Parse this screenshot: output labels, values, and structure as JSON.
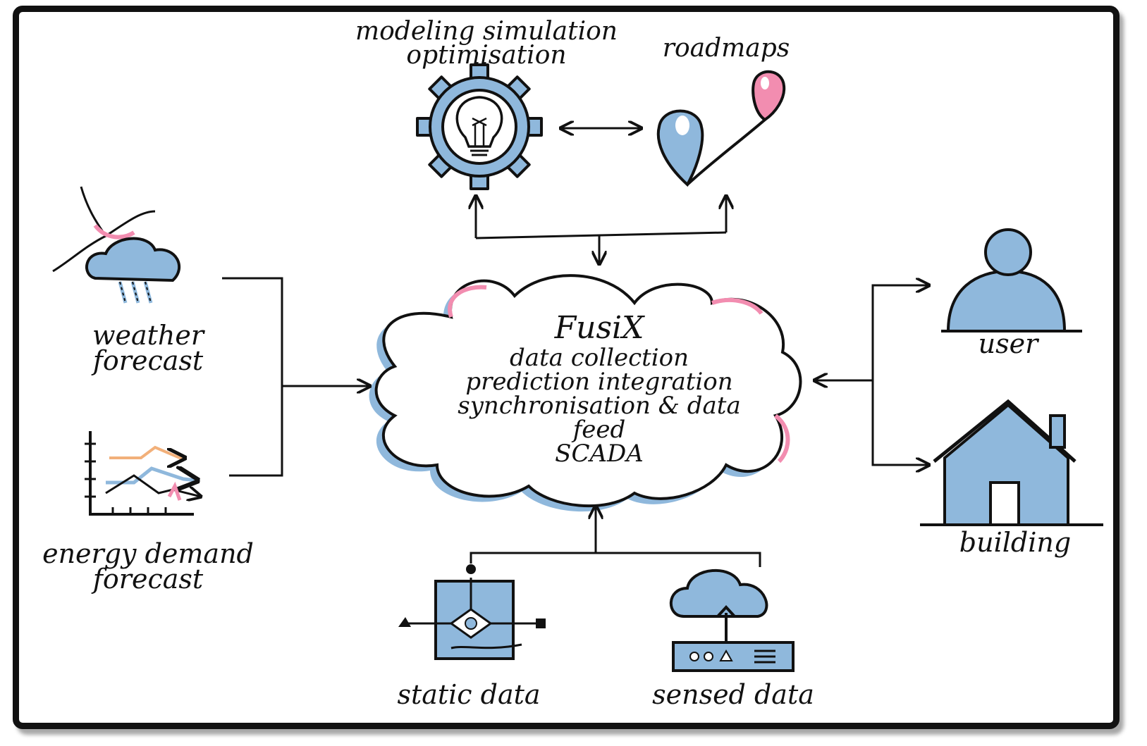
{
  "hub": {
    "title": "FusiX",
    "lines": [
      "data collection",
      "prediction integration",
      "synchronisation & data",
      "feed",
      "SCADA"
    ]
  },
  "nodes": {
    "modeling": "modeling simulation\noptimisation",
    "roadmaps": "roadmaps",
    "weather": "weather\nforecast",
    "energy": "energy demand\nforecast",
    "user": "user",
    "building": "building",
    "static": "static data",
    "sensed": "sensed data"
  },
  "colors": {
    "ink": "#111111",
    "blue": "#8fb8dc",
    "pink": "#f28db0",
    "orange": "#f2b07a"
  }
}
